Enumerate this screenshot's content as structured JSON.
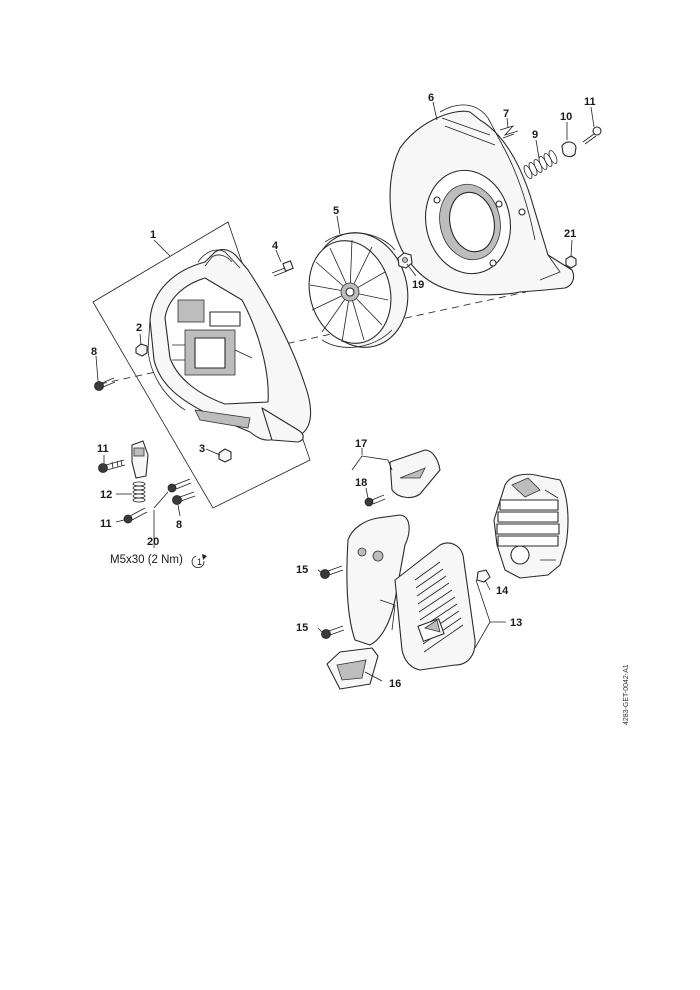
{
  "parts": [
    {
      "id": "1",
      "label": "1"
    },
    {
      "id": "2",
      "label": "2"
    },
    {
      "id": "3",
      "label": "3"
    },
    {
      "id": "4",
      "label": "4"
    },
    {
      "id": "5",
      "label": "5"
    },
    {
      "id": "6",
      "label": "6"
    },
    {
      "id": "7",
      "label": "7"
    },
    {
      "id": "8a",
      "label": "8"
    },
    {
      "id": "8b",
      "label": "8"
    },
    {
      "id": "9",
      "label": "9"
    },
    {
      "id": "10",
      "label": "10"
    },
    {
      "id": "11a",
      "label": "11"
    },
    {
      "id": "11b",
      "label": "11"
    },
    {
      "id": "11c",
      "label": "11"
    },
    {
      "id": "12",
      "label": "12"
    },
    {
      "id": "13",
      "label": "13"
    },
    {
      "id": "14",
      "label": "14"
    },
    {
      "id": "15a",
      "label": "15"
    },
    {
      "id": "15b",
      "label": "15"
    },
    {
      "id": "16",
      "label": "16"
    },
    {
      "id": "17",
      "label": "17"
    },
    {
      "id": "18",
      "label": "18"
    },
    {
      "id": "19",
      "label": "19"
    },
    {
      "id": "20",
      "label": "20"
    },
    {
      "id": "21",
      "label": "21"
    }
  ],
  "torque_note": "M5x30 (2 Nm)",
  "torque_step": "1",
  "drawing_code": "4283-GET-0042-A1"
}
